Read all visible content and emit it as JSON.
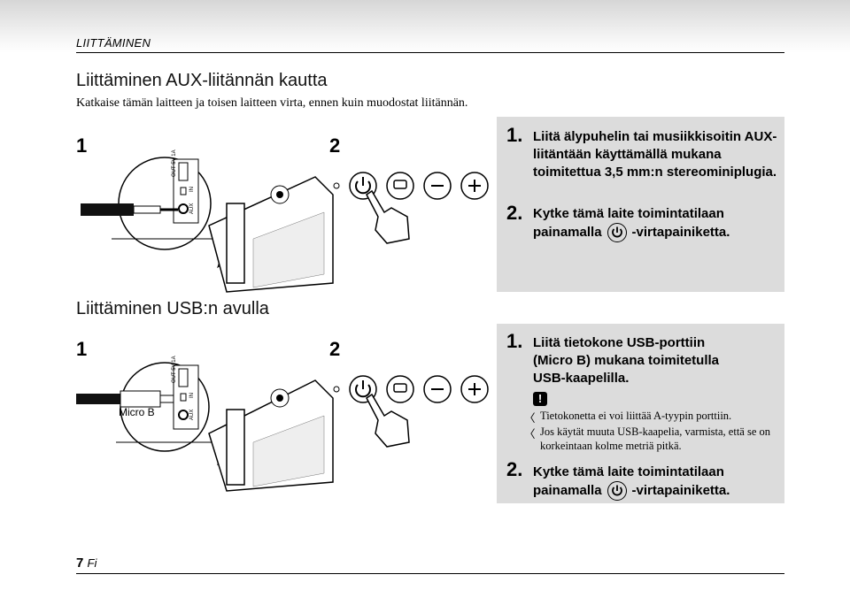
{
  "header": {
    "section": "LIITTÄMINEN"
  },
  "aux": {
    "title": "Liittäminen AUX-liitännän kautta",
    "intro": "Katkaise tämän laitteen ja toisen laitteen virta, ennen kuin muodostat liitännän.",
    "fig_step1": "1",
    "fig_step2": "2",
    "port_labels": [
      "OUT 5V 1A",
      "IN",
      "AUX"
    ],
    "steps": [
      {
        "num": "1.",
        "text": "Liitä älypuhelin tai musiikkisoitin AUX-liitäntään käyttämällä mukana toimitettua 3,5 mm:n stereominiplugia."
      },
      {
        "num": "2.",
        "text_before": "Kytke tämä laite toimintatilaan painamalla",
        "text_after": "-virtapainiketta."
      }
    ]
  },
  "usb": {
    "title": "Liittäminen USB:n avulla",
    "fig_step1": "1",
    "fig_step2": "2",
    "cable_label": "Micro B",
    "port_labels": [
      "OUT 5V 1A",
      "IN",
      "AUX"
    ],
    "steps": [
      {
        "num": "1.",
        "text": "Liitä tietokone USB-porttiin (Micro B) mukana toimitetulla USB-kaapelilla."
      },
      {
        "num": "2.",
        "text_before": "Kytke tämä laite toimintatilaan painamalla",
        "text_after": "-virtapainiketta."
      }
    ],
    "warning_icon": "exclamation-icon",
    "notes": [
      "Tietokonetta ei voi liittää A-tyypin porttiin.",
      "Jos käytät muuta USB-kaapelia, varmista, että se on korkeintaan kolme metriä pitkä."
    ],
    "note_bullet": "〈"
  },
  "footer": {
    "page": "7",
    "lang": "Fi"
  },
  "colors": {
    "panel": "#dcdcdc",
    "text": "#000000"
  }
}
